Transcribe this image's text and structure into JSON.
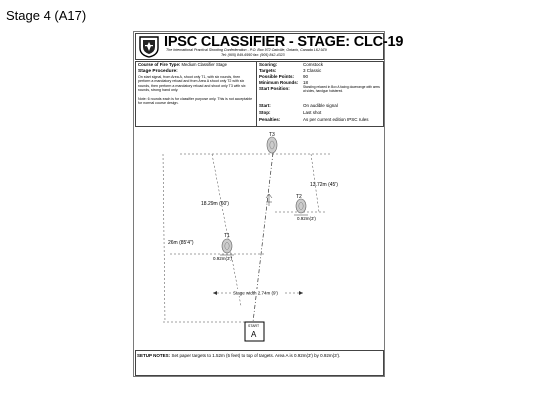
{
  "slide_title": "Stage 4 (A17)",
  "header": {
    "title": "IPSC CLASSIFIER - STAGE: CLC-19",
    "subtitle": "The International Practical Shooting Confederation - P.O. Box 972 Oakville, Ontario, Canada L6J 9Z9",
    "contact": "Tel: (905) 849-6950    fax: (905) 842-4323"
  },
  "course": {
    "label": "Course of Fire Type:",
    "value": "Medium Classifier Stage",
    "procedure_heading": "Stage Procedure:",
    "procedure_text": "On start signal, from Area A, shoot only T1, with six rounds, then perform a mandatory reload and from Area A shoot only T2 with six rounds, then perform a mandatory reload and shoot only T3 with six rounds, strong hand only.",
    "note": "Note: 6 rounds each is for classifier purpose only. This is not acceptable for normal course design."
  },
  "specs": [
    {
      "label": "Scoring:",
      "value": "Comstock"
    },
    {
      "label": "Targets:",
      "value": "3 Classic"
    },
    {
      "label": "Possible Points:",
      "value": "90"
    },
    {
      "label": "Minimum Rounds:",
      "value": "18"
    },
    {
      "label": "Start Position:",
      "value": "Standing relaxed in Box A facing downrange with arms at sides, handgun holstered."
    },
    {
      "label": "Start:",
      "value": "On audible signal"
    },
    {
      "label": "Stop:",
      "value": "Last shot"
    },
    {
      "label": "Penalties:",
      "value": "As per current edition IPSC rules"
    }
  ],
  "diagram": {
    "targets": [
      "T1",
      "T2",
      "T3"
    ],
    "dims": {
      "d_t3": "18.29m (60')",
      "d_t1": "26m (85'4\")",
      "d_t2": "13.72m (45')",
      "w_t1": "0.92m(3')",
      "w_t2": "0.92m(3')",
      "stage_width": "Stage width 2.74m (9')"
    },
    "start": {
      "label": "START",
      "area": "A"
    }
  },
  "setup_notes": {
    "label": "SETUP NOTES:",
    "text": "Set paper targets to 1.52m (5 feet) to top of targets.  Area A is 0.92m(3') by 0.92m(3')."
  }
}
